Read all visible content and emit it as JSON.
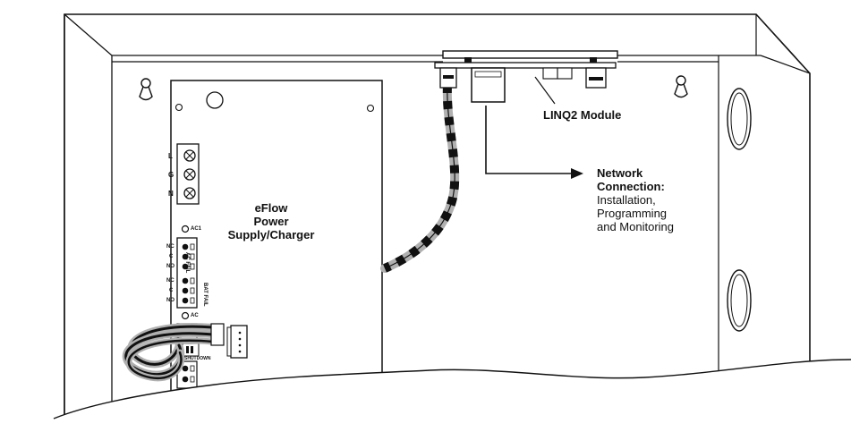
{
  "labels": {
    "psu_line1": "eFlow",
    "psu_line2": "Power",
    "psu_line3": "Supply/Charger",
    "module": "LINQ2 Module",
    "net_line1": "Network",
    "net_line2": "Connection:",
    "net_line3": "Installation,",
    "net_line4": "Programming",
    "net_line5": "and Monitoring"
  },
  "board": {
    "terminal_L": "L",
    "terminal_G": "G",
    "terminal_N": "N",
    "led_ac1": "AC1",
    "led_ac": "AC",
    "relay_contacts": [
      "NC",
      "C",
      "NO",
      "NC",
      "C",
      "NO"
    ],
    "ac_fail": "AC FAIL",
    "bat_fail": "BAT FAIL",
    "shutdown": "SHUTDOWN"
  },
  "colors": {
    "ink": "#111111",
    "cable_gray": "#b0b0b0",
    "background": "#ffffff"
  }
}
